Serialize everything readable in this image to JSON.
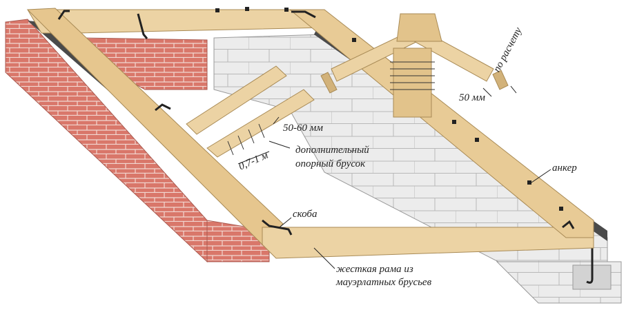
{
  "labels": {
    "rafter_thickness": "50 мм",
    "by_calculation": "по расчету",
    "bar_height": "50-60 мм",
    "spacing": "0,7-1 м",
    "support_bar_line1": "дополнительный",
    "support_bar_line2": "опорный брусок",
    "anchor": "анкер",
    "staple": "скоба",
    "frame_line1": "жесткая рама из",
    "frame_line2": "мауэрлатных брусьев"
  },
  "colors": {
    "brick": "#d9776a",
    "mortar": "#f2d8d2",
    "block": "#e9e9e9",
    "wood": "#ecd3a4",
    "wood_dark": "#d2b27a",
    "waterproofing": "#4a4a4a"
  }
}
